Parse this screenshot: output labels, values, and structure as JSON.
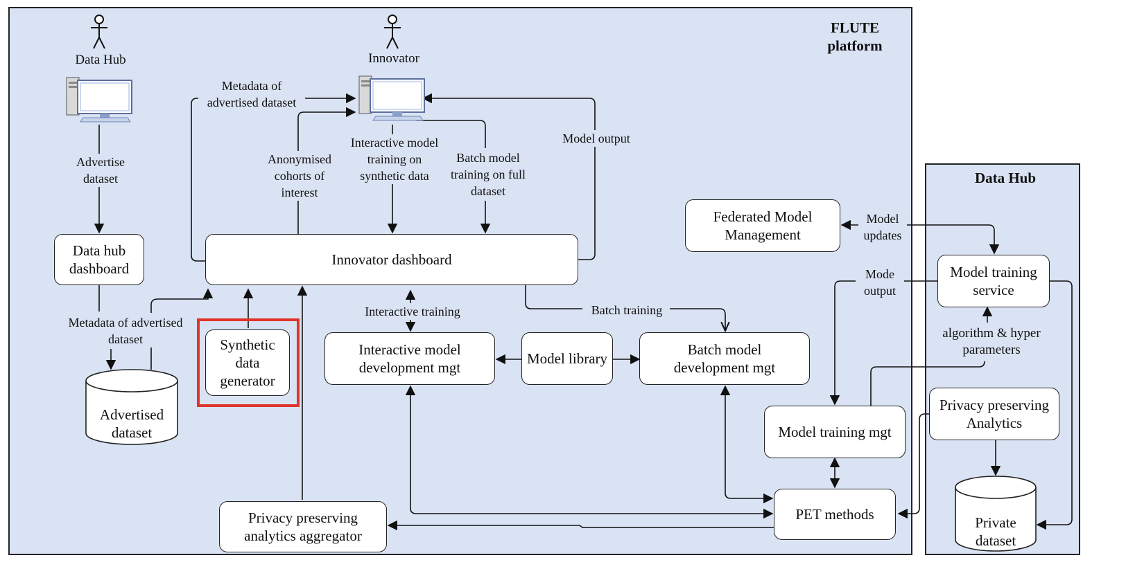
{
  "panels": {
    "flute": {
      "title_line1": "FLUTE",
      "title_line2": "platform"
    },
    "datahub": {
      "title": "Data Hub"
    }
  },
  "actors": {
    "datahub": "Data Hub",
    "innovator": "Innovator"
  },
  "nodes": {
    "datahub_dashboard": "Data hub dashboard",
    "innovator_dashboard": "Innovator dashboard",
    "synthetic_data_generator": "Synthetic data generator",
    "interactive_model_dev": "Interactive model development mgt",
    "model_library": "Model library",
    "batch_model_dev": "Batch model development mgt",
    "federated_model_mgmt": "Federated Model Management",
    "model_training_service": "Model training service",
    "privacy_analytics": "Privacy preserving Analytics",
    "model_training_mgt": "Model training mgt",
    "pet_methods": "PET methods",
    "privacy_aggregator": "Privacy preserving analytics aggregator"
  },
  "datastores": {
    "advertised_dataset": "Advertised dataset",
    "private_dataset": "Private dataset"
  },
  "edge_labels": {
    "advertise_dataset": "Advertise dataset",
    "metadata_top": "Metadata of advertised dataset",
    "anonymised_cohorts": "Anonymised cohorts of interest",
    "interactive_training_synthetic": "Interactive model training on synthetic data",
    "batch_training_full": "Batch model training on full dataset",
    "model_output": "Model output",
    "metadata_bottom": "Metadata of advertised dataset",
    "interactive_training": "Interactive training",
    "batch_training": "Batch training",
    "model_updates": "Model updates",
    "mode_output": "Mode output",
    "algorithm_hyper": "algorithm & hyper parameters"
  },
  "colors": {
    "panel_fill": "#dae3f3",
    "stroke": "#222222",
    "highlight": "#e0342a"
  }
}
